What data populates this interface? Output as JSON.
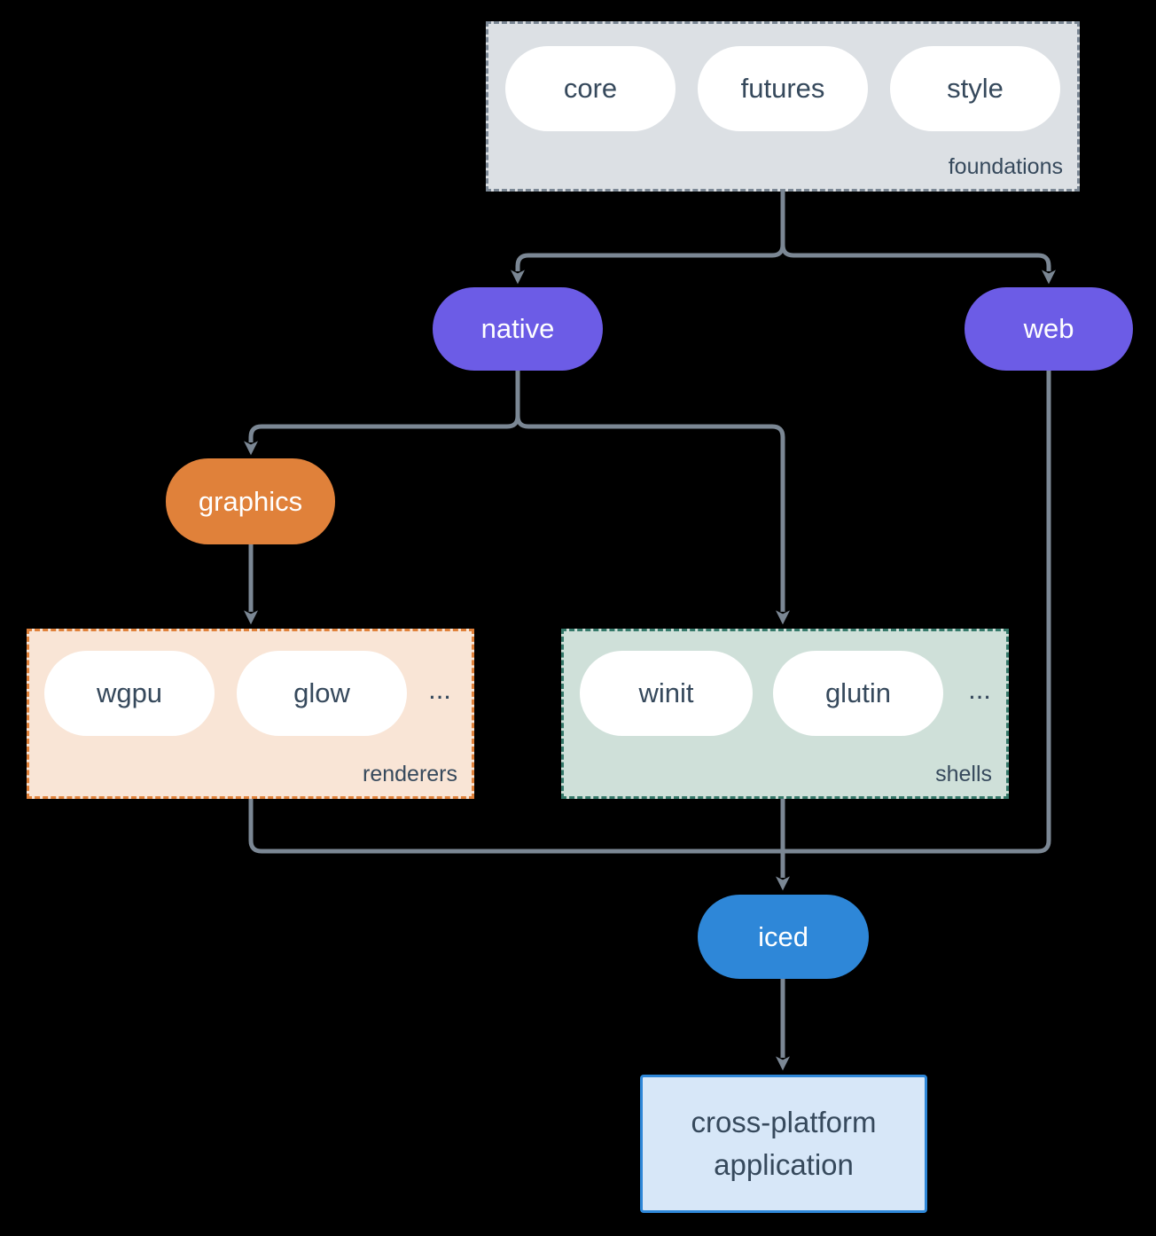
{
  "colors": {
    "background": "#000000",
    "arrow": "#7b8794",
    "text_dark": "#36495c",
    "node_purple": "#6c5ce6",
    "node_orange": "#e0813a",
    "node_blue": "#2e87d8",
    "foundations_fill": "#dce0e4",
    "foundations_border": "#7b8794",
    "renderers_fill": "#f9e5d6",
    "renderers_border": "#e0813a",
    "shells_fill": "#cfe0d9",
    "shells_border": "#35796a",
    "app_fill": "#d7e7f8",
    "app_border": "#2e87d8",
    "pill_fill": "#ffffff"
  },
  "groups": {
    "foundations": {
      "label": "foundations",
      "pills": [
        "core",
        "futures",
        "style"
      ]
    },
    "renderers": {
      "label": "renderers",
      "pills": [
        "wgpu",
        "glow"
      ],
      "more": "..."
    },
    "shells": {
      "label": "shells",
      "pills": [
        "winit",
        "glutin"
      ],
      "more": "..."
    }
  },
  "nodes": {
    "native": "native",
    "web": "web",
    "graphics": "graphics",
    "iced": "iced"
  },
  "application": {
    "line1": "cross-platform",
    "line2": "application"
  }
}
